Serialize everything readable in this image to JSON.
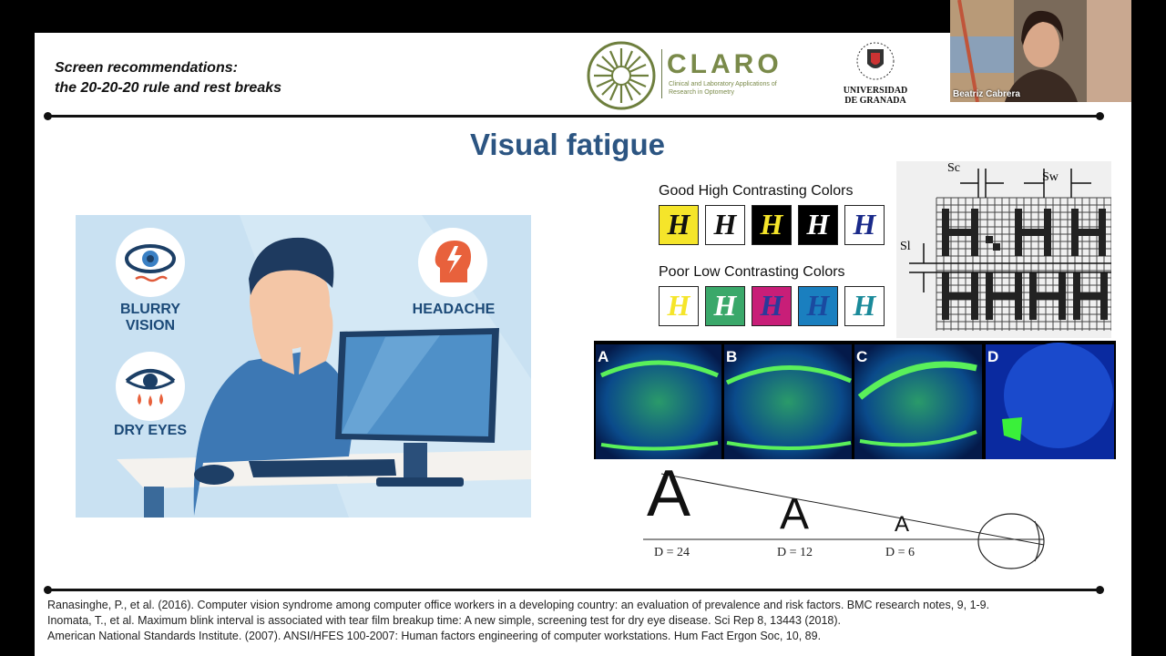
{
  "header": {
    "line1": "Screen recommendations:",
    "line2": "the 20-20-20 rule and rest breaks"
  },
  "logos": {
    "claro_word": "CLARO",
    "claro_sub": "Clinical and Laboratory Applications of Research in Optometry",
    "ugr_line1": "UNIVERSIDAD",
    "ugr_line2": "DE GRANADA"
  },
  "title": "Visual fatigue",
  "illustration": {
    "symptoms": [
      "BLURRY VISION",
      "HEADACHE",
      "DRY EYES"
    ]
  },
  "contrast": {
    "good_title": "Good High Contrasting Colors",
    "poor_title": "Poor Low Contrasting Colors",
    "letter": "H",
    "good_swatches": [
      {
        "bg": "#f5e52a",
        "fg": "#111111"
      },
      {
        "bg": "#ffffff",
        "fg": "#111111"
      },
      {
        "bg": "#000000",
        "fg": "#f5e52a"
      },
      {
        "bg": "#000000",
        "fg": "#ffffff"
      },
      {
        "bg": "#ffffff",
        "fg": "#1a2a8a"
      }
    ],
    "poor_swatches": [
      {
        "bg": "#ffffff",
        "fg": "#f5e52a"
      },
      {
        "bg": "#3aa86a",
        "fg": "#ffffff"
      },
      {
        "bg": "#c81e78",
        "fg": "#2a3a9a"
      },
      {
        "bg": "#1a7fbf",
        "fg": "#1a4aa0"
      },
      {
        "bg": "#ffffff",
        "fg": "#1a8a9a"
      }
    ]
  },
  "spacing_diagram": {
    "sc": "Sc",
    "sw": "Sw",
    "sl": "Sl"
  },
  "eye_panels": [
    "A",
    "B",
    "C",
    "D"
  ],
  "acuity": {
    "letter": "A",
    "labels": [
      "D = 24",
      "D = 12",
      "D = 6"
    ]
  },
  "references": [
    "Ranasinghe, P., et al. (2016). Computer vision syndrome among computer office workers in a developing country: an evaluation of prevalence and risk factors. BMC research notes, 9, 1-9.",
    "Inomata, T., et al. Maximum blink interval is associated with tear film breakup time: A new simple, screening test for dry eye disease. Sci Rep 8, 13443 (2018).",
    "American National Standards Institute. (2007). ANSI/HFES 100-2007: Human factors engineering of computer workstations. Hum Fact Ergon Soc, 10, 89."
  ],
  "video": {
    "participant_name": "Beatriz Cabrera"
  }
}
